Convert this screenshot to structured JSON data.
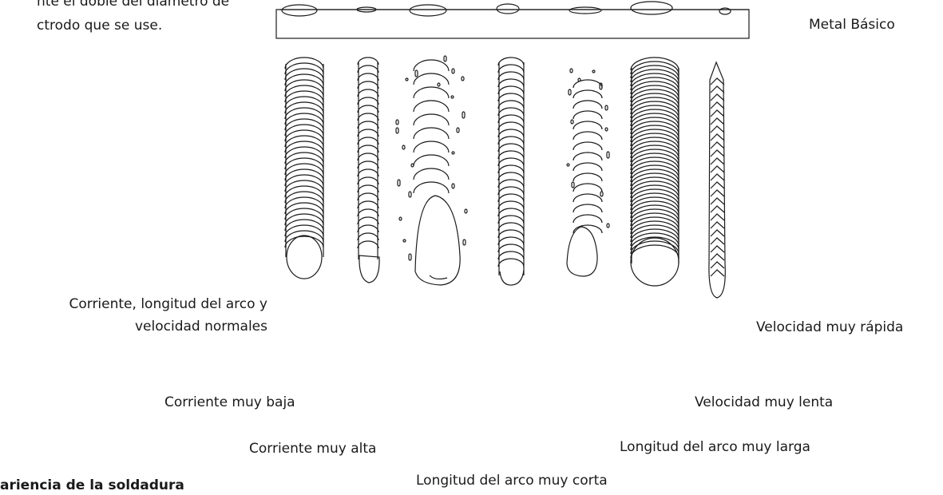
{
  "intro": {
    "line1": "nte el doble del diámetro de",
    "line2": "ctrodo que se use."
  },
  "labels": {
    "base_metal": "Metal Básico",
    "normal": [
      "Corriente, longitud del arco y",
      "velocidad normales"
    ],
    "very_fast": "Velocidad muy rápida",
    "low_current": "Corriente muy baja",
    "very_slow": "Velocidad muy lenta",
    "high_current": "Corriente muy alta",
    "long_arc": "Longitud del arco muy larga",
    "short_arc": "Longitud del arco muy corta"
  },
  "caption": "ariencia de la soldadura",
  "colors": {
    "ink": "#1a1a1a",
    "background": "#ffffff"
  }
}
